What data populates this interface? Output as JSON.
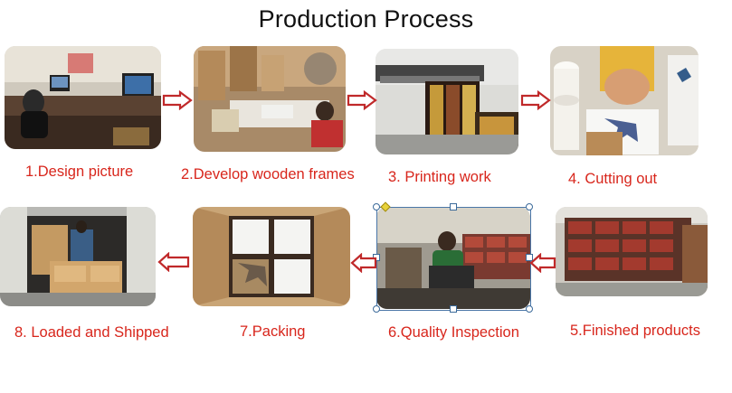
{
  "title": "Production Process",
  "steps": [
    {
      "caption": "1.Design picture",
      "photo_icon": "design-office-photo"
    },
    {
      "caption": "2.Develop wooden frames",
      "photo_icon": "wooden-frames-photo"
    },
    {
      "caption": "3. Printing work",
      "photo_icon": "large-format-printer-photo"
    },
    {
      "caption": "4. Cutting out",
      "photo_icon": "cutting-canvas-photo"
    },
    {
      "caption": "5.Finished products",
      "photo_icon": "stacked-boxes-photo"
    },
    {
      "caption": "6.Quality Inspection",
      "photo_icon": "quality-inspection-photo"
    },
    {
      "caption": "7.Packing",
      "photo_icon": "packing-carton-photo"
    },
    {
      "caption": "8. Loaded and Shipped",
      "photo_icon": "container-loading-photo"
    }
  ],
  "colors": {
    "caption": "#d8261c",
    "arrow_fill": "#ffffff",
    "arrow_stroke": "#c0292a"
  }
}
